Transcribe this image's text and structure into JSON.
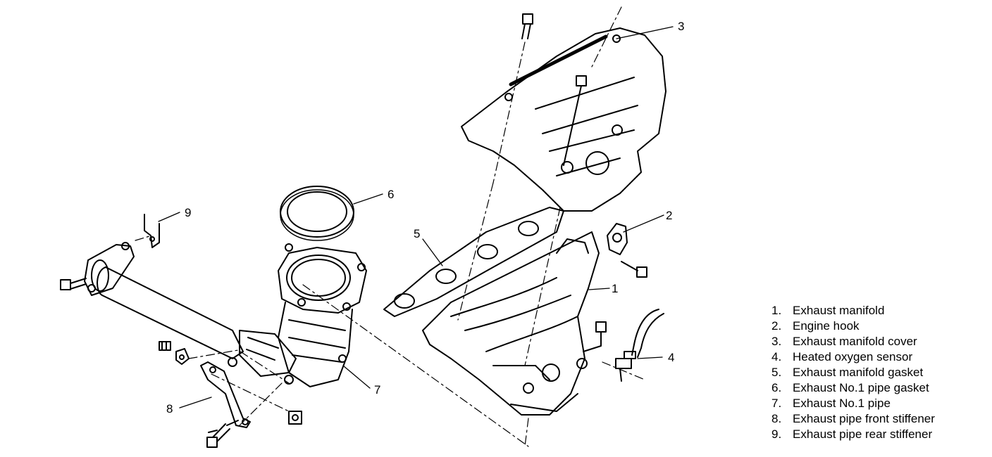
{
  "callouts": [
    {
      "num": "1"
    },
    {
      "num": "2"
    },
    {
      "num": "3"
    },
    {
      "num": "4"
    },
    {
      "num": "5"
    },
    {
      "num": "6"
    },
    {
      "num": "7"
    },
    {
      "num": "8"
    },
    {
      "num": "9"
    }
  ],
  "legend": [
    {
      "num": "1.",
      "label": "Exhaust manifold"
    },
    {
      "num": "2.",
      "label": "Engine hook"
    },
    {
      "num": "3.",
      "label": "Exhaust manifold cover"
    },
    {
      "num": "4.",
      "label": "Heated oxygen sensor"
    },
    {
      "num": "5.",
      "label": "Exhaust manifold gasket"
    },
    {
      "num": "6.",
      "label": "Exhaust No.1 pipe gasket"
    },
    {
      "num": "7.",
      "label": "Exhaust No.1 pipe"
    },
    {
      "num": "8.",
      "label": "Exhaust pipe front stiffener"
    },
    {
      "num": "9.",
      "label": "Exhaust pipe rear stiffener"
    }
  ]
}
